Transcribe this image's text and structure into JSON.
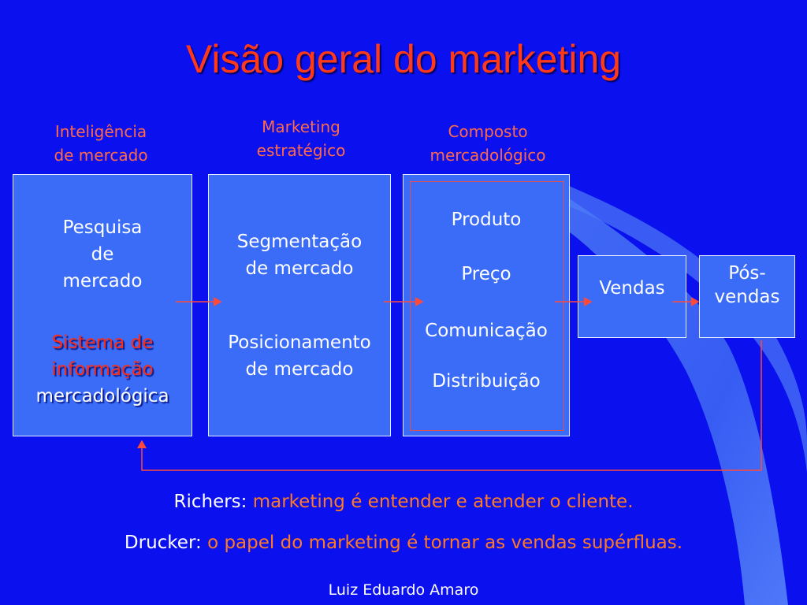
{
  "title": "Visão geral do marketing",
  "columns": [
    {
      "label": [
        "Inteligência",
        "de mercado"
      ]
    },
    {
      "label": [
        "Marketing",
        "estratégico"
      ]
    },
    {
      "label": [
        "Composto",
        "mercadológico"
      ]
    }
  ],
  "boxes": {
    "pesquisa": {
      "lines": [
        "Pesquisa",
        "de",
        "mercado"
      ],
      "highlight": [
        "Sistema de",
        "informação"
      ],
      "last": "mercadológica"
    },
    "estrategico": {
      "group1": [
        "Segmentação",
        "de mercado"
      ],
      "group2": [
        "Posicionamento",
        "de mercado"
      ]
    },
    "composto": {
      "items": [
        "Produto",
        "Preço",
        "Comunicação",
        "Distribuição"
      ]
    },
    "vendas": "Vendas",
    "posvendas": [
      "Pós-",
      "vendas"
    ]
  },
  "quotes": [
    {
      "author": "Richers:",
      "text": "marketing é entender e atender o cliente."
    },
    {
      "author": "Drucker:",
      "text": "o papel do marketing é tornar as vendas supérfluas."
    }
  ],
  "footer": "Luiz Eduardo Amaro",
  "colors": {
    "background": "#0a10ee",
    "title": "#ff3a1a",
    "label": "#ff6a4a",
    "box_fill": "#3b6cf8",
    "highlight": "#ff2a10",
    "connector": "#ff4a3a",
    "author": "#ffffff",
    "quote": "#ff7a22",
    "footer": "#ffffff"
  }
}
